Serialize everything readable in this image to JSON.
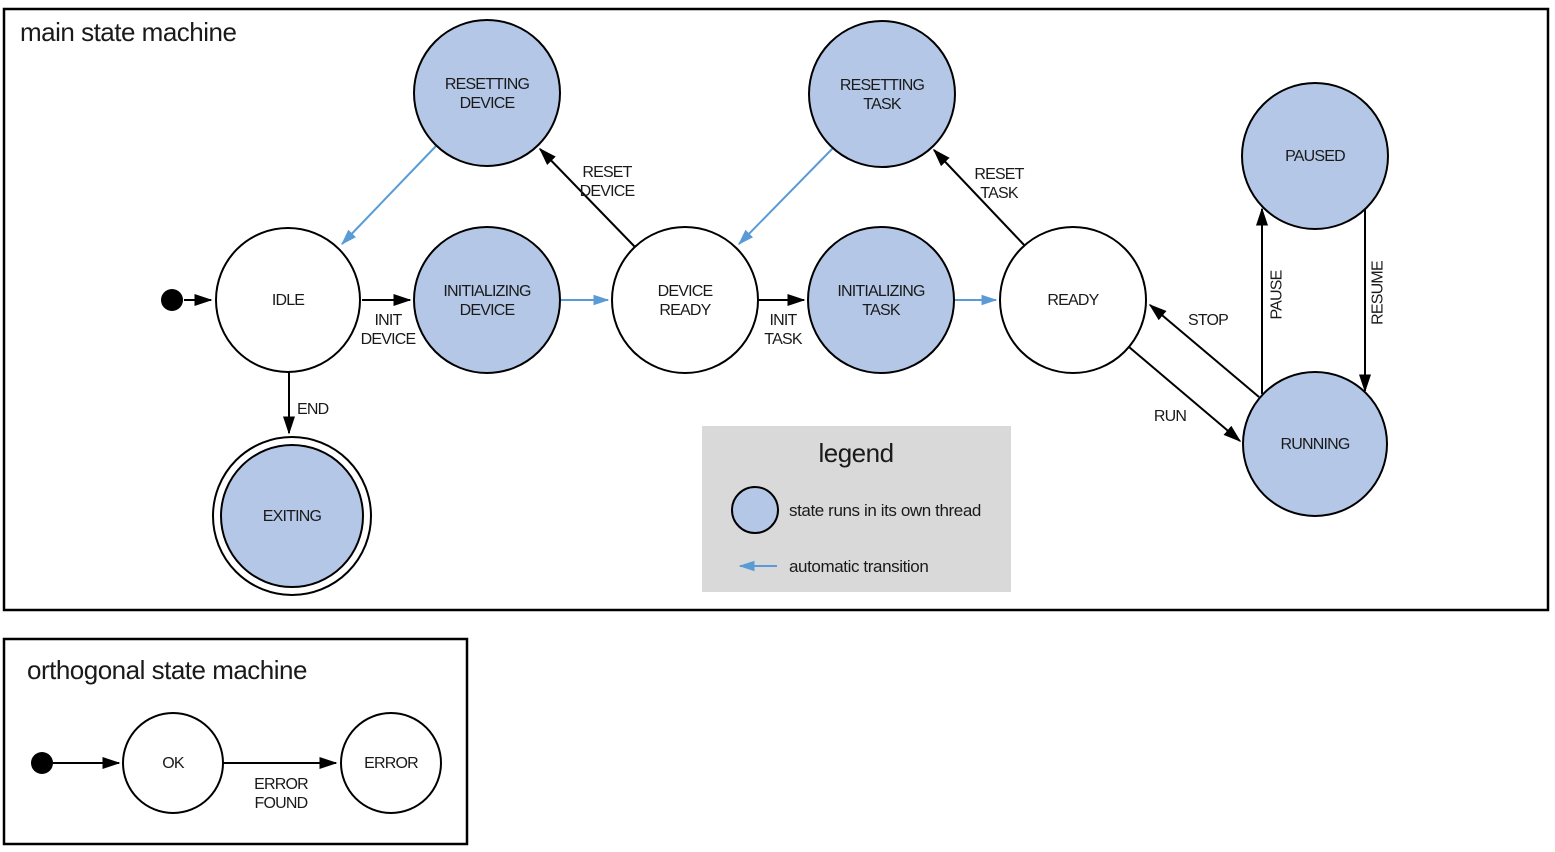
{
  "colors": {
    "thread_state_fill": "#b4c7e7",
    "auto_transition_blue": "#5b9bd5",
    "legend_bg": "#d9d9d9",
    "text": "#1a1a1a"
  },
  "main_machine": {
    "title": "main state machine",
    "states": {
      "idle": {
        "label": "IDLE"
      },
      "resetting_device": {
        "line1": "RESETTING",
        "line2": "DEVICE"
      },
      "initializing_device": {
        "line1": "INITIALIZING",
        "line2": "DEVICE"
      },
      "device_ready": {
        "line1": "DEVICE",
        "line2": "READY"
      },
      "resetting_task": {
        "line1": "RESETTING",
        "line2": "TASK"
      },
      "initializing_task": {
        "line1": "INITIALIZING",
        "line2": "TASK"
      },
      "ready": {
        "label": "READY"
      },
      "paused": {
        "label": "PAUSED"
      },
      "running": {
        "label": "RUNNING"
      },
      "exiting": {
        "label": "EXITING"
      }
    },
    "transition_labels": {
      "init_device": {
        "line1": "INIT",
        "line2": "DEVICE"
      },
      "reset_device": {
        "line1": "RESET",
        "line2": "DEVICE"
      },
      "init_task": {
        "line1": "INIT",
        "line2": "TASK"
      },
      "reset_task": {
        "line1": "RESET",
        "line2": "TASK"
      },
      "end": "END",
      "stop": "STOP",
      "run": "RUN",
      "pause": "PAUSE",
      "resume": "RESUME"
    }
  },
  "legend": {
    "title": "legend",
    "items": {
      "thread_state": "state runs in its own thread",
      "auto_transition": "automatic transition"
    }
  },
  "orthogonal_machine": {
    "title": "orthogonal state machine",
    "states": {
      "ok": {
        "label": "OK"
      },
      "error": {
        "label": "ERROR"
      }
    },
    "transition_labels": {
      "error_found": {
        "line1": "ERROR",
        "line2": "FOUND"
      }
    }
  }
}
